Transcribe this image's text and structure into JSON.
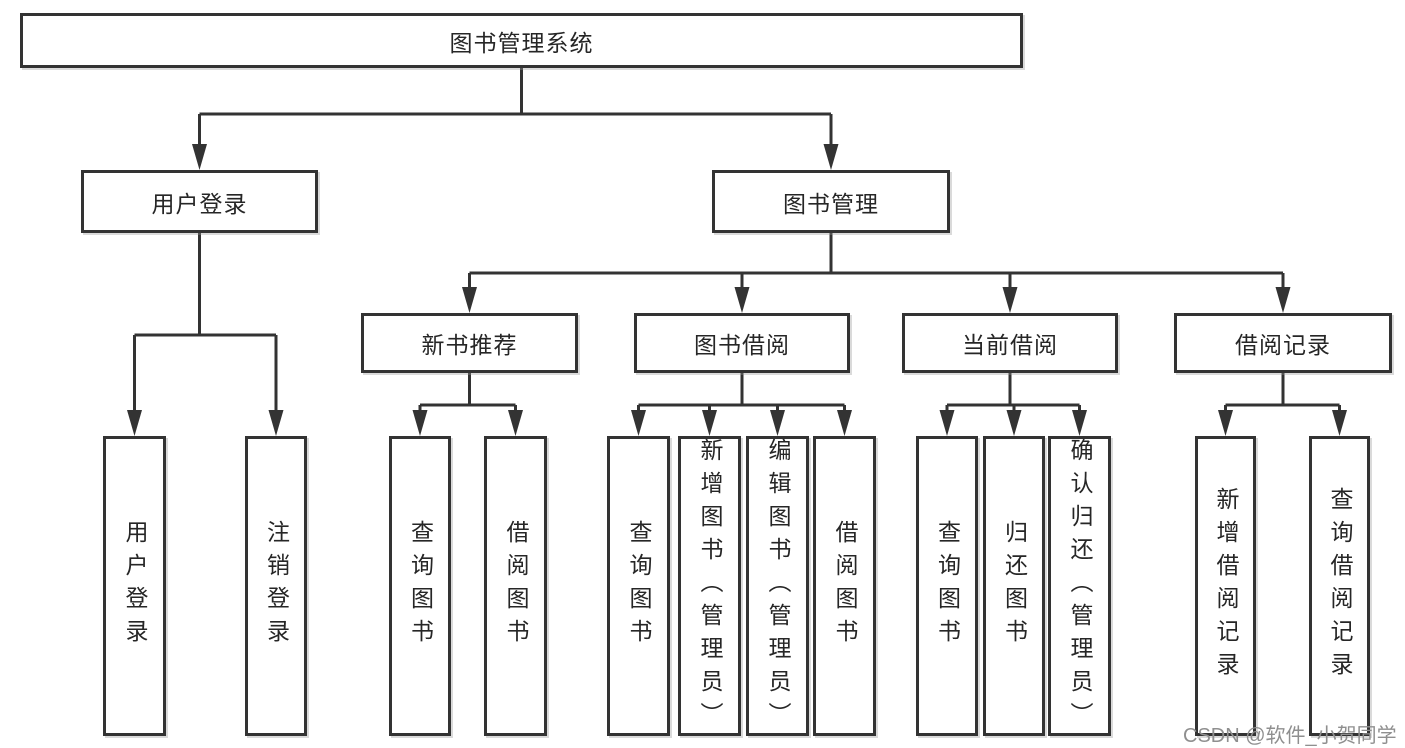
{
  "colors": {
    "line": "#333333",
    "text": "#262626",
    "watermark": "#8f8f8f",
    "background": "#ffffff"
  },
  "watermark": "CSDN @软件_小贺同学",
  "tree": {
    "root": {
      "label": "图书管理系统"
    },
    "branches": [
      {
        "label": "用户登录",
        "children": [
          "用户登录",
          "注销登录"
        ]
      },
      {
        "label": "图书管理",
        "children": [
          {
            "label": "新书推荐",
            "children": [
              "查询图书",
              "借阅图书"
            ]
          },
          {
            "label": "图书借阅",
            "children": [
              "查询图书",
              "新增图书（管理员）",
              "编辑图书（管理员）",
              "借阅图书"
            ]
          },
          {
            "label": "当前借阅",
            "children": [
              "查询图书",
              "归还图书",
              "确认归还（管理员）"
            ]
          },
          {
            "label": "借阅记录",
            "children": [
              "新增借阅记录",
              "查询借阅记录"
            ]
          }
        ]
      }
    ]
  }
}
